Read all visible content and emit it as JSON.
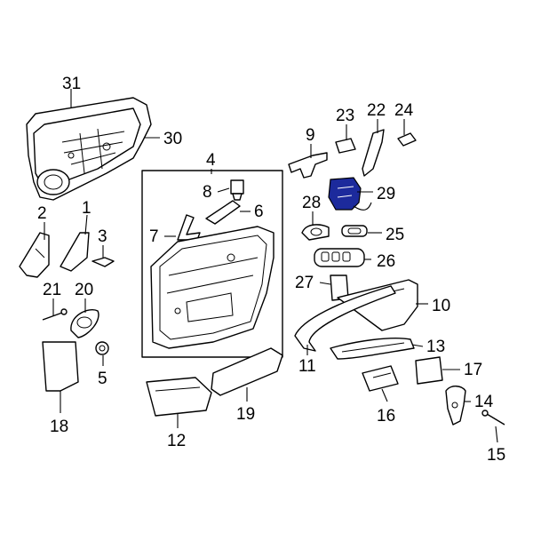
{
  "diagram": {
    "highlight_color": "#1c2a9c",
    "callouts": {
      "c1": "1",
      "c2": "2",
      "c3": "3",
      "c4": "4",
      "c5": "5",
      "c6": "6",
      "c7": "7",
      "c8": "8",
      "c9": "9",
      "c10": "10",
      "c11": "11",
      "c12": "12",
      "c13": "13",
      "c14": "14",
      "c15": "15",
      "c16": "16",
      "c17": "17",
      "c18": "18",
      "c19": "19",
      "c20": "20",
      "c21": "21",
      "c22": "22",
      "c23": "23",
      "c24": "24",
      "c25": "25",
      "c26": "26",
      "c27": "27",
      "c28": "28",
      "c29": "29",
      "c30": "30",
      "c31": "31"
    }
  }
}
